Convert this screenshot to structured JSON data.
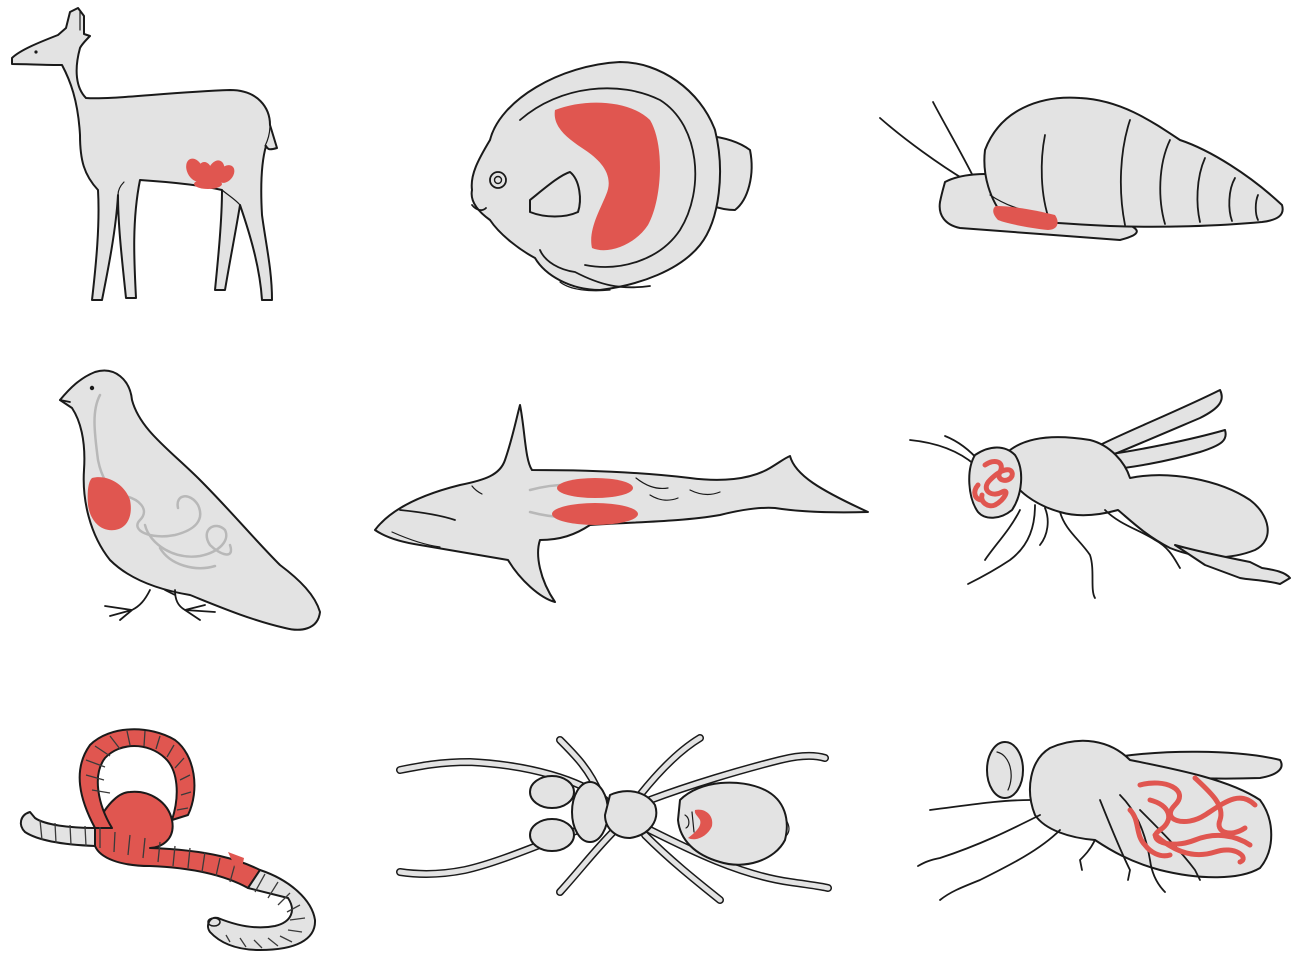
{
  "colors": {
    "organ": "#e05650",
    "body_fill": "#e3e3e3",
    "outline": "#1a1a1a",
    "gut": "#b8b8b8",
    "background": "#ffffff"
  },
  "panels": [
    {
      "id": "deer",
      "row": 1,
      "col": 1,
      "icon": "deer-icon"
    },
    {
      "id": "fish",
      "row": 1,
      "col": 2,
      "icon": "fish-icon"
    },
    {
      "id": "snail",
      "row": 1,
      "col": 3,
      "icon": "snail-icon"
    },
    {
      "id": "bird",
      "row": 2,
      "col": 1,
      "icon": "bird-icon"
    },
    {
      "id": "shark",
      "row": 2,
      "col": 2,
      "icon": "shark-icon"
    },
    {
      "id": "wasp",
      "row": 2,
      "col": 3,
      "icon": "wasp-icon"
    },
    {
      "id": "earthworm",
      "row": 3,
      "col": 1,
      "icon": "earthworm-icon"
    },
    {
      "id": "spider",
      "row": 3,
      "col": 2,
      "icon": "spider-icon"
    },
    {
      "id": "fly",
      "row": 3,
      "col": 3,
      "icon": "fly-icon"
    }
  ]
}
